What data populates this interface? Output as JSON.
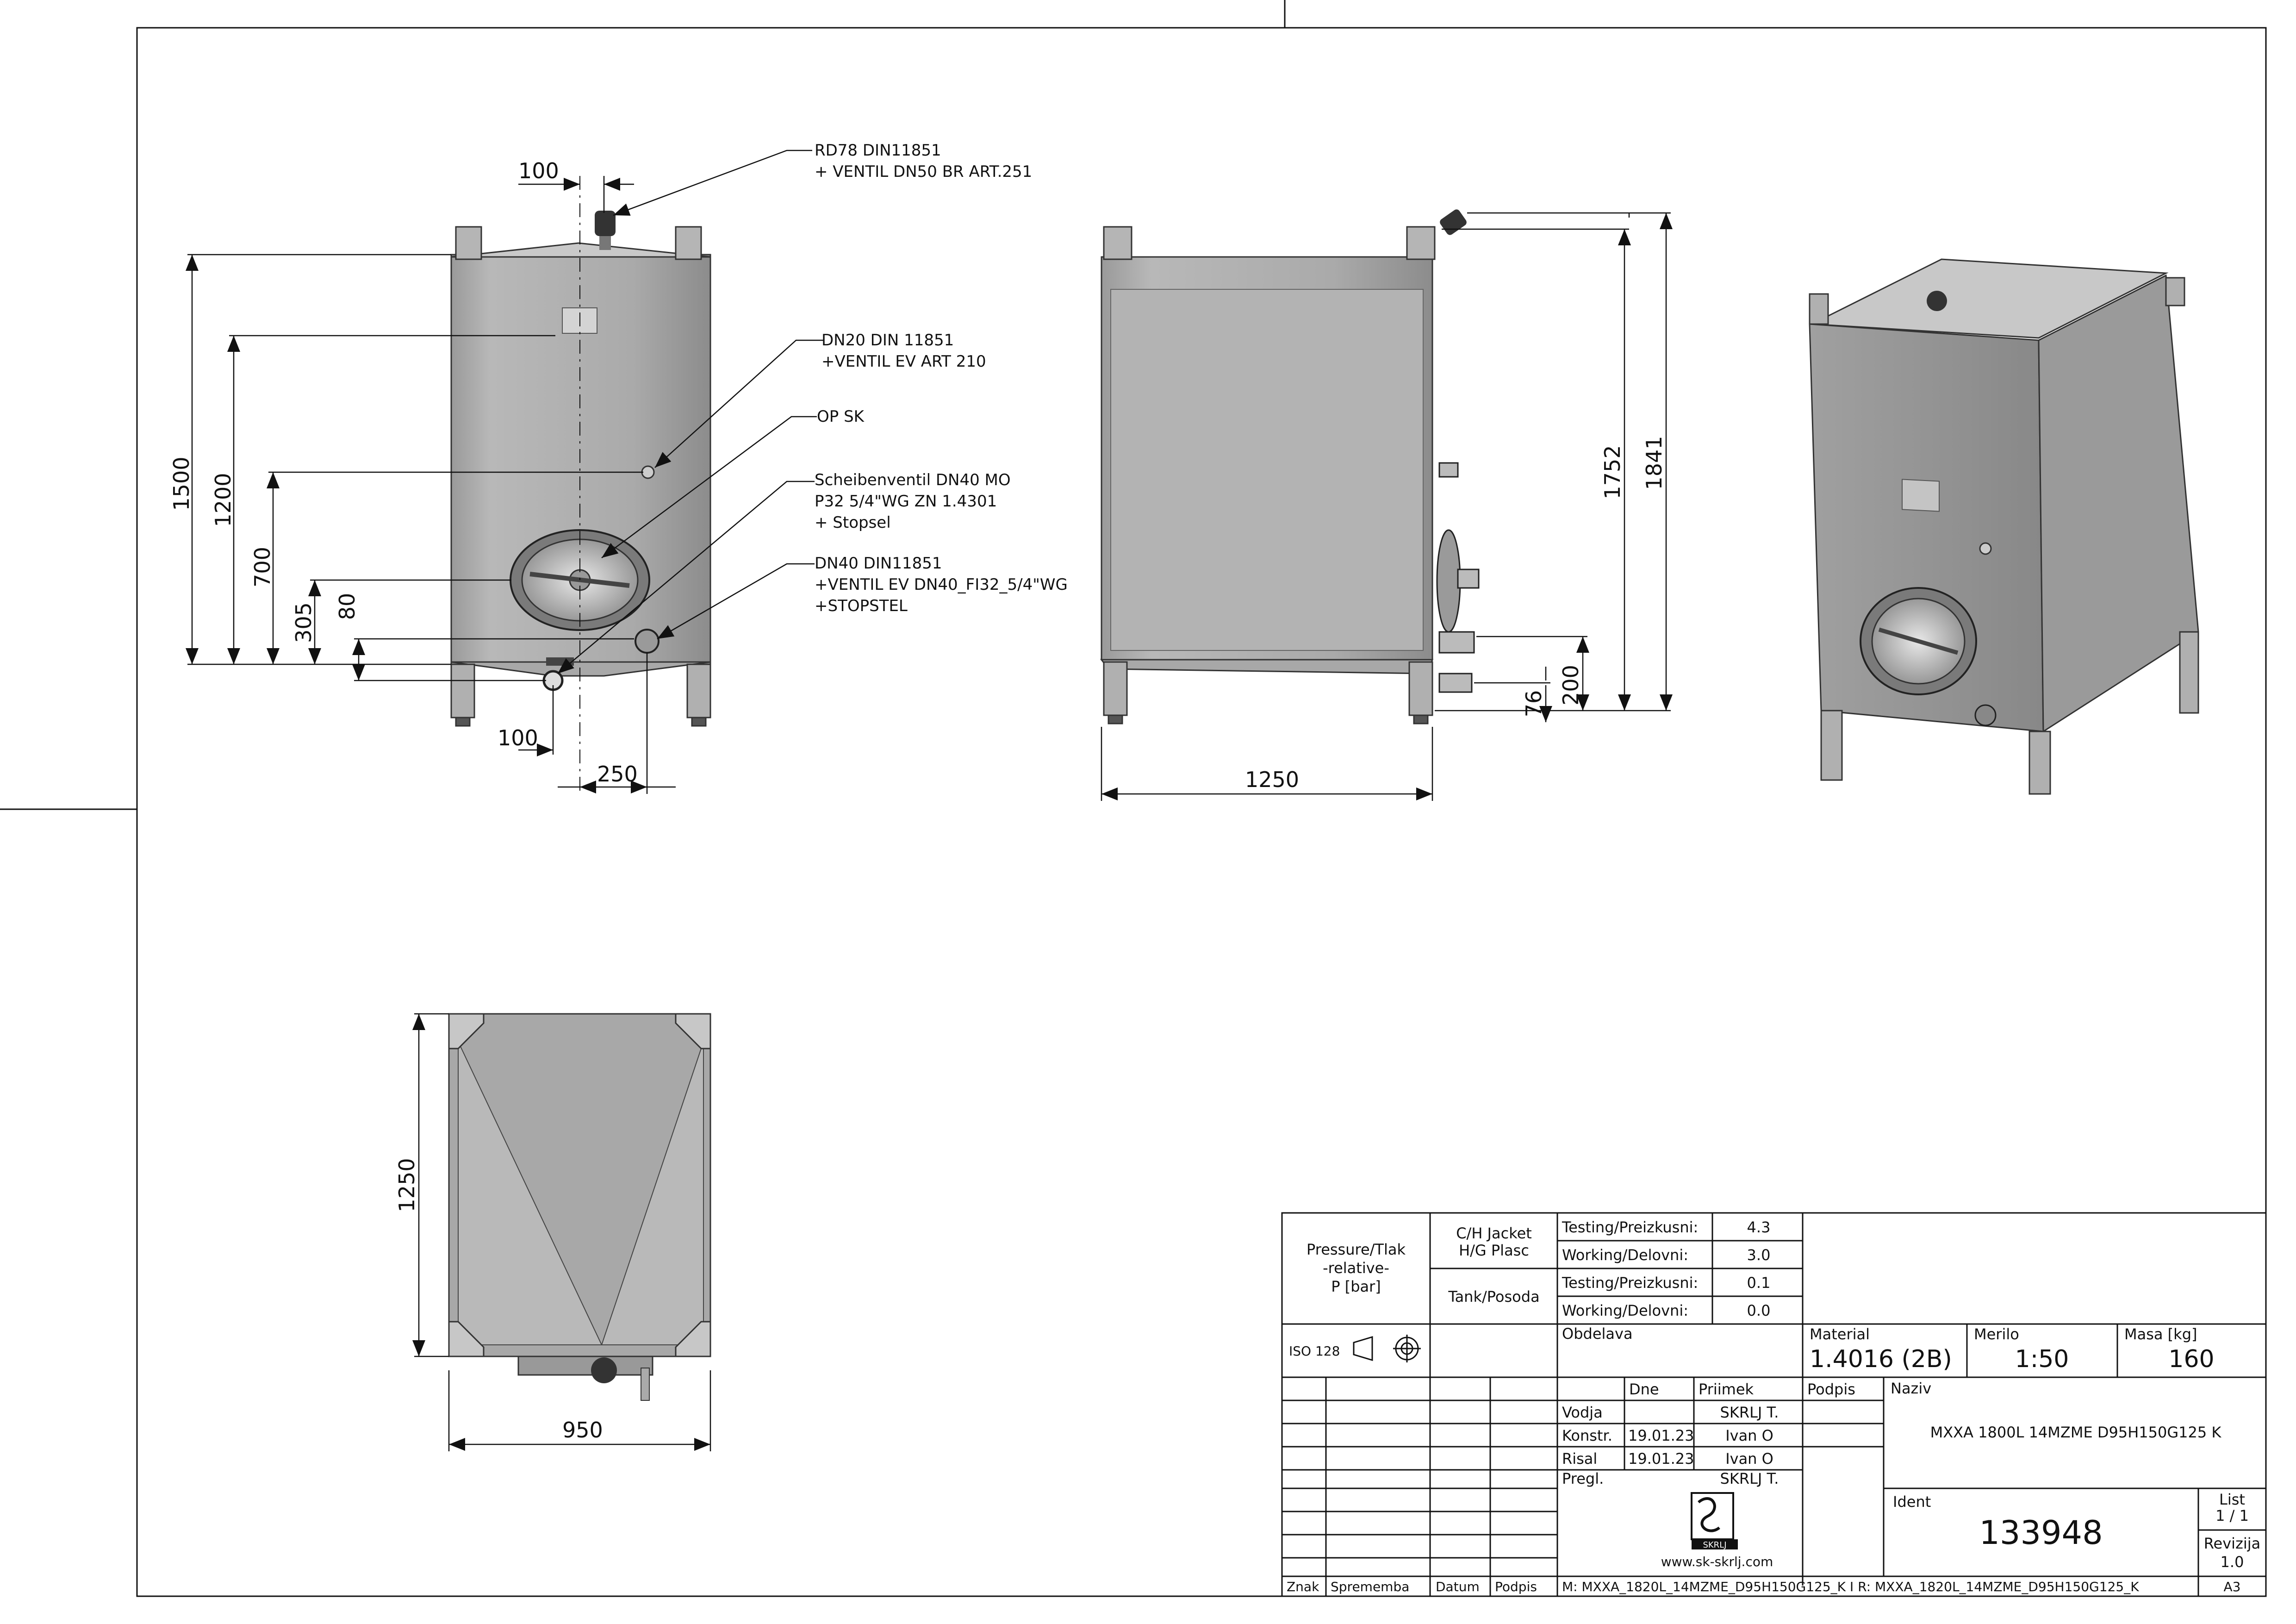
{
  "front_view": {
    "dims": {
      "d100_top": "100",
      "d1500": "1500",
      "d1200": "1200",
      "d700": "700",
      "d305": "305",
      "d80": "80",
      "d100_bottom": "100",
      "d250": "250"
    },
    "callouts": {
      "c1_l1": "RD78 DIN11851",
      "c1_l2": "+ VENTIL DN50 BR ART.251",
      "c2_l1": "DN20 DIN 11851",
      "c2_l2": "+VENTIL EV ART 210",
      "c3_l1": "OP SK",
      "c4_l1": "Scheibenventil DN40 MO",
      "c4_l2": "P32 5/4\"WG ZN 1.4301",
      "c4_l3": "+ Stopsel",
      "c5_l1": "DN40 DIN11851",
      "c5_l2": "+VENTIL EV DN40_FI32_5/4\"WG",
      "c5_l3": "+STOPSTEL"
    }
  },
  "side_view": {
    "dims": {
      "d1752": "1752",
      "d1841": "1841",
      "d200": "200",
      "d76": "76",
      "d1250": "1250"
    }
  },
  "top_view": {
    "dims": {
      "d1250": "1250",
      "d950": "950"
    }
  },
  "title_block": {
    "pressure_label_l1": "Pressure/Tlak",
    "pressure_label_l2": "-relative-",
    "pressure_label_l3": "P [bar]",
    "jacket_l1": "C/H Jacket",
    "jacket_l2": "H/G Plasc",
    "tank_label": "Tank/Posoda",
    "rows": [
      {
        "label": "Testing/Preizkusni:",
        "value": "4.3"
      },
      {
        "label": "Working/Delovni:",
        "value": "3.0"
      },
      {
        "label": "Testing/Preizkusni:",
        "value": "0.1"
      },
      {
        "label": "Working/Delovni:",
        "value": "0.0"
      }
    ],
    "iso": "ISO 128",
    "obdelava": "Obdelava",
    "material_label": "Material",
    "material_value": "1.4016 (2B)",
    "merilo_label": "Merilo",
    "merilo_value": "1:50",
    "masa_label": "Masa [kg]",
    "masa_value": "160",
    "col_dne": "Dne",
    "col_priimek": "Priimek",
    "col_podpis": "Podpis",
    "naziv_label": "Naziv",
    "naziv_value": "MXXA 1800L 14MZME D95H150G125 K",
    "people": [
      {
        "role": "Vodja",
        "date": "",
        "name": "SKRLJ T."
      },
      {
        "role": "Konstr.",
        "date": "19.01.23",
        "name": "Ivan O"
      },
      {
        "role": "Risal",
        "date": "19.01.23",
        "name": "Ivan O"
      },
      {
        "role": "Pregl.",
        "date": "",
        "name": "SKRLJ T."
      }
    ],
    "ident_label": "Ident",
    "ident_value": "133948",
    "list_label": "List",
    "list_value": "1 / 1",
    "revizija_label": "Revizija",
    "revizija_value": "1.0",
    "logo_text": "SKRLJ",
    "website": "www.sk-skrlj.com",
    "footer_znak": "Znak",
    "footer_sprememba": "Sprememba",
    "footer_datum": "Datum",
    "footer_podpis": "Podpis",
    "footer_file": "M: MXXA_1820L_14MZME_D95H150G125_K I R: MXXA_1820L_14MZME_D95H150G125_K",
    "sheet_size": "A3"
  }
}
